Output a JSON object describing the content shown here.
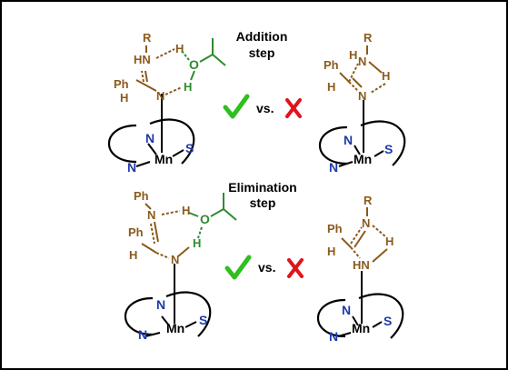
{
  "labels": {
    "addition": [
      "Addition",
      "step"
    ],
    "elimination": [
      "Elimination",
      "step"
    ],
    "vs": "vs."
  },
  "atoms": {
    "R": "R",
    "HN": "HN",
    "H": "H",
    "N": "N",
    "O": "O",
    "Ph": "Ph",
    "Mn": "Mn",
    "S": "S"
  },
  "colors": {
    "substrate": "#8B5A1B",
    "alcohol": "#2E8B2E",
    "ligand": "#1E3AA8",
    "check": "#2FBF1F",
    "cross": "#E0141B"
  },
  "icons": {
    "favored": "check-icon",
    "disfavored": "cross-icon"
  }
}
